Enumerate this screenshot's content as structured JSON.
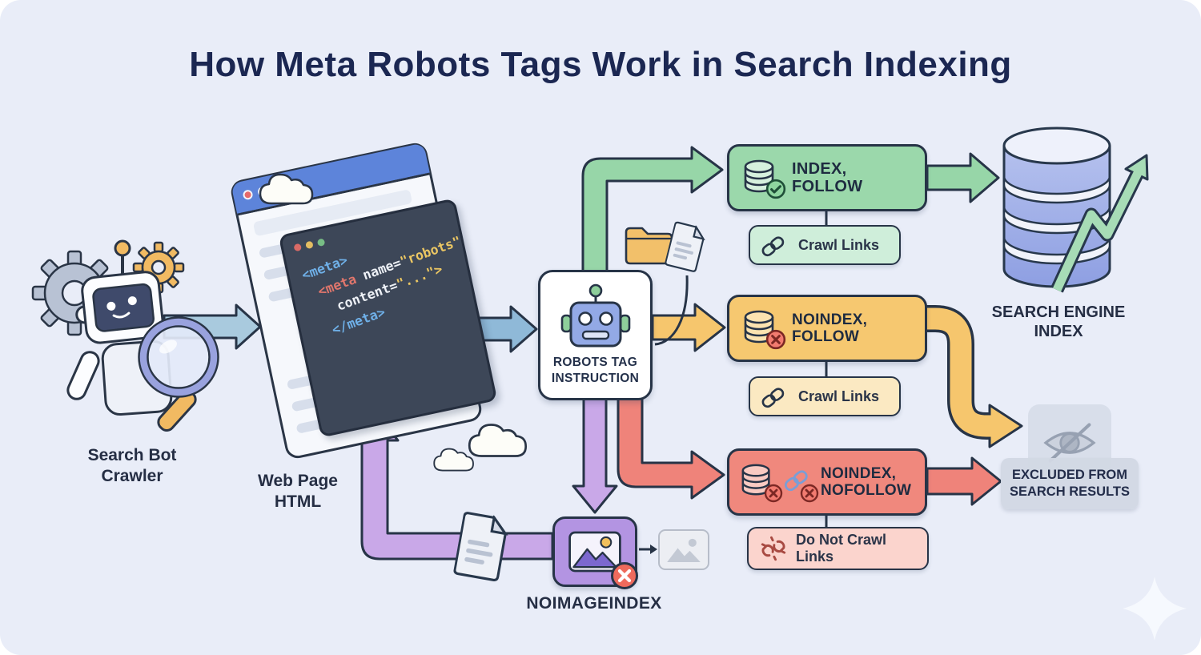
{
  "title": "How Meta Robots Tags Work in Search Indexing",
  "nodes": {
    "crawler": {
      "line1": "Search Bot",
      "line2": "Crawler"
    },
    "webpage": {
      "line1": "Web Page",
      "line2": "HTML"
    },
    "code": {
      "l1": "<meta>",
      "l2_tag": "<meta",
      "l2_attr": " name=",
      "l2_val": "\"robots\"",
      "l3_attr": "content=",
      "l3_val": "\"...\">",
      "l4": "</meta>"
    },
    "robots_tag": {
      "line1": "ROBOTS TAG",
      "line2": "INSTRUCTION"
    },
    "index_follow": {
      "label": "INDEX, FOLLOW",
      "sub": "Crawl Links"
    },
    "noindex_follow": {
      "label": "NOINDEX, FOLLOW",
      "sub": "Crawl Links"
    },
    "noindex_nofollow": {
      "line1": "NOINDEX,",
      "line2": "NOFOLLOW",
      "sub": "Do Not Crawl Links"
    },
    "search_index": {
      "line1": "SEARCH ENGINE",
      "line2": "INDEX"
    },
    "excluded": {
      "line1": "EXCLUDED FROM",
      "line2": "SEARCH RESULTS"
    },
    "noimageindex": {
      "label": "NOIMAGEINDEX"
    }
  },
  "colors": {
    "background": "#e9edf8",
    "outline": "#273447",
    "title_text": "#1b2752",
    "green_card": "#9bd8ab",
    "green_light": "#cfeeda",
    "yellow_card": "#f6c870",
    "yellow_light": "#fbe9c2",
    "red_card": "#f0887d",
    "red_light": "#fbd4cd",
    "purple_arrow": "#c9a8e8",
    "purple_box": "#b394e2",
    "blue_arrow": "#8fb9d8",
    "browser_header": "#5d84da",
    "code_panel": "#3d4758",
    "gray_box": "#d2d8e4"
  }
}
